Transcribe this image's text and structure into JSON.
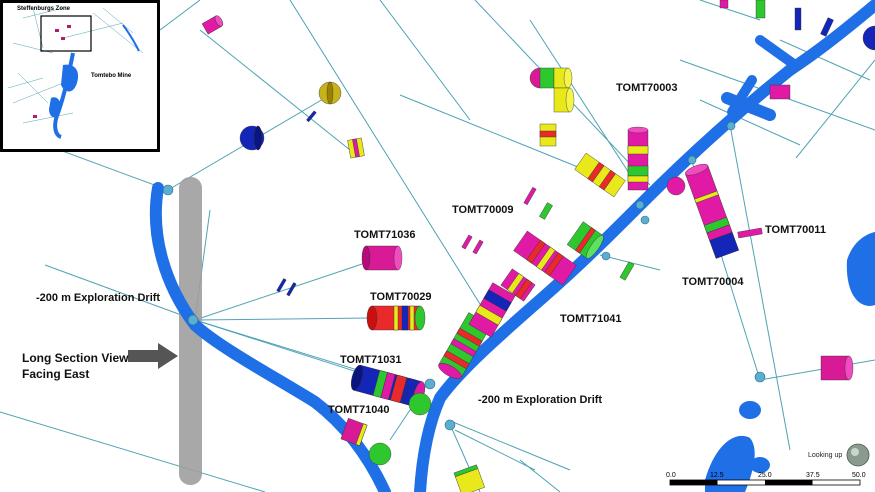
{
  "holes": [
    "TOMT70003",
    "TOMT70009",
    "TOMT71036",
    "TOMT70029",
    "TOMT71031",
    "TOMT71040",
    "TOMT71041",
    "TOMT70004",
    "TOMT70011"
  ],
  "drift_labels": [
    "-200 m Exploration Drift",
    "-200 m Exploration Drift"
  ],
  "view_label": {
    "line1": "Long Section View",
    "line2": "Facing East"
  },
  "inset": {
    "zone_label": "Steffenburgs Zone",
    "mine_label": "Tomtebo Mine"
  },
  "scale_bar": {
    "ticks": [
      "0.0",
      "12.5",
      "25.0",
      "37.5",
      "50.0"
    ]
  },
  "orientation": {
    "label": "Looking up"
  },
  "colors": {
    "drift": "#1f6fe6",
    "drill_trace": "#4fa3b5",
    "section_plane": "#9e9e9e"
  }
}
